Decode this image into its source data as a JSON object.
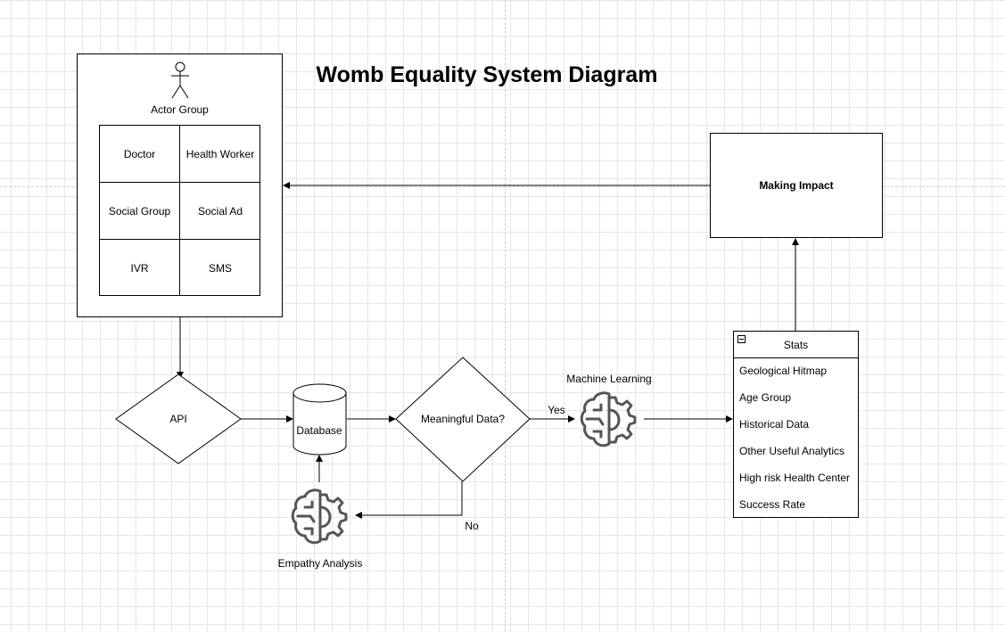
{
  "title": "Womb Equality System Diagram",
  "actor_group": {
    "label": "Actor Group",
    "cells": [
      "Doctor",
      "Health Worker",
      "Social Group",
      "Social Ad",
      "IVR",
      "SMS"
    ]
  },
  "making_impact": {
    "label": "Making Impact"
  },
  "stats": {
    "header": "Stats",
    "items": [
      "Geological Hitmap",
      "Age Group",
      "Historical Data",
      "Other Useful Analytics",
      "High risk Health Center",
      "Success Rate"
    ]
  },
  "api": {
    "label": "API"
  },
  "database": {
    "label": "Database"
  },
  "decision": {
    "label": "Meaningful Data?"
  },
  "machine_learning": {
    "label": "Machine Learning",
    "icon": "brain-gear-icon"
  },
  "empathy_analysis": {
    "label": "Empathy Analysis",
    "icon": "brain-gear-icon"
  },
  "edges": {
    "yes_label": "Yes",
    "no_label": "No"
  },
  "colors": {
    "stroke": "#000000",
    "icon": "#555555",
    "grid": "#e6e6e6"
  }
}
